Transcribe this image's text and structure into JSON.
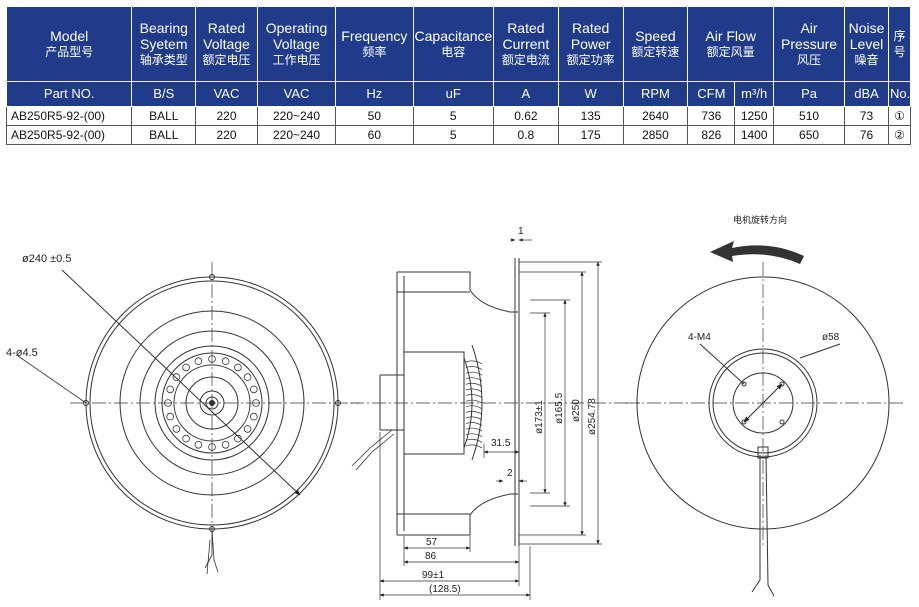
{
  "table": {
    "headers": [
      {
        "en": "Model",
        "cn": "产品型号"
      },
      {
        "en": "Bearing Syetem",
        "cn": "轴承类型"
      },
      {
        "en": "Rated Voltage",
        "cn": "额定电压"
      },
      {
        "en": "Operating Voltage",
        "cn": "工作电压"
      },
      {
        "en": "Frequency",
        "cn": "频率"
      },
      {
        "en": "Capacitance",
        "cn": "电容"
      },
      {
        "en": "Rated Current",
        "cn": "额定电流"
      },
      {
        "en": "Rated Power",
        "cn": "额定功率"
      },
      {
        "en": "Speed",
        "cn": "额定转速"
      },
      {
        "en": "Air Flow",
        "cn": "额定风量"
      },
      {
        "en": "Air Pressure",
        "cn": "风压"
      },
      {
        "en": "Noise Level",
        "cn": "噪音"
      },
      {
        "en": "",
        "cn": "序号"
      }
    ],
    "units": [
      "Part NO.",
      "B/S",
      "VAC",
      "VAC",
      "Hz",
      "uF",
      "A",
      "W",
      "RPM",
      "CFM",
      "m³/h",
      "Pa",
      "dBA",
      "No."
    ],
    "rows": [
      [
        "AB250R5-92-(00)",
        "BALL",
        "220",
        "220~240",
        "50",
        "5",
        "0.62",
        "135",
        "2640",
        "736",
        "1250",
        "510",
        "73",
        "①"
      ],
      [
        "AB250R5-92-(00)",
        "BALL",
        "220",
        "220~240",
        "60",
        "5",
        "0.8",
        "175",
        "2850",
        "826",
        "1400",
        "650",
        "76",
        "②"
      ]
    ]
  },
  "drawing": {
    "front": {
      "outer_dia": "ø240 ±0.5",
      "holes": "4-ø4.5"
    },
    "side": {
      "dim_1": "1",
      "dim_31_5": "31.5",
      "dim_2": "2",
      "dia_173": "ø173±1",
      "dia_165_5": "ø165.5",
      "dia_250": "ø250",
      "dia_254_78": "ø254.78",
      "dim_57": "57",
      "dim_86": "86",
      "dim_99": "99±1",
      "dim_128_5": "(128.5)"
    },
    "rear": {
      "rotation_label": "电机旋转方向",
      "screws": "4-M4",
      "dia_58": "ø58"
    }
  }
}
